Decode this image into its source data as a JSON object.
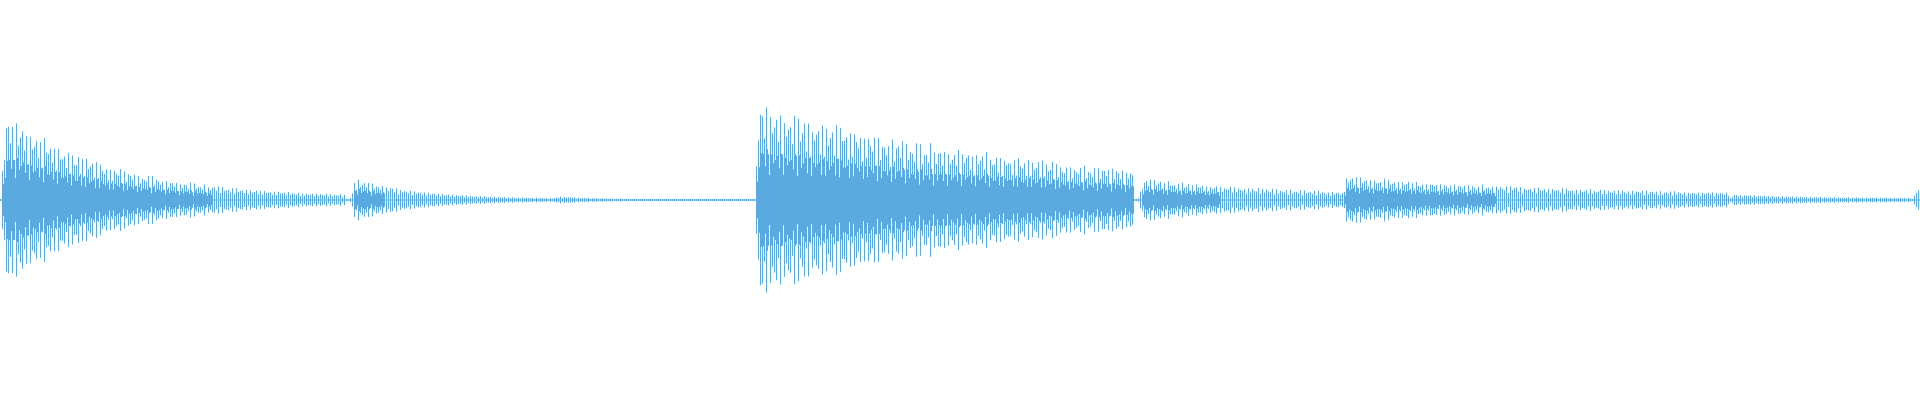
{
  "waveform": {
    "color": "#5aaae0",
    "events": [
      {
        "start": 0.0,
        "attack": 0.003,
        "peak": 0.92,
        "decay": 0.055,
        "tail": 0.02,
        "end": 0.08
      },
      {
        "start": 0.075,
        "attack": 0.004,
        "peak": 0.24,
        "decay": 0.06,
        "tail": 0.015,
        "end": 0.18
      },
      {
        "start": 0.182,
        "attack": 0.003,
        "peak": 0.22,
        "decay": 0.035,
        "tail": 0.01,
        "end": 0.29
      },
      {
        "start": 0.288,
        "attack": 0.002,
        "peak": 0.04,
        "decay": 0.03,
        "tail": 0.0,
        "end": 0.38
      },
      {
        "start": 0.393,
        "attack": 0.002,
        "peak": 1.0,
        "decay": 0.15,
        "tail": 0.06,
        "end": 0.59
      },
      {
        "start": 0.592,
        "attack": 0.004,
        "peak": 0.22,
        "decay": 0.09,
        "tail": 0.02,
        "end": 0.698
      },
      {
        "start": 0.698,
        "attack": 0.003,
        "peak": 0.25,
        "decay": 0.12,
        "tail": 0.04,
        "end": 0.9
      },
      {
        "start": 0.9,
        "attack": 0.003,
        "peak": 0.06,
        "decay": 0.04,
        "tail": 0.02,
        "end": 0.995
      },
      {
        "start": 0.996,
        "attack": 0.002,
        "peak": 0.12,
        "decay": 0.01,
        "tail": 0.0,
        "end": 1.0
      }
    ]
  }
}
